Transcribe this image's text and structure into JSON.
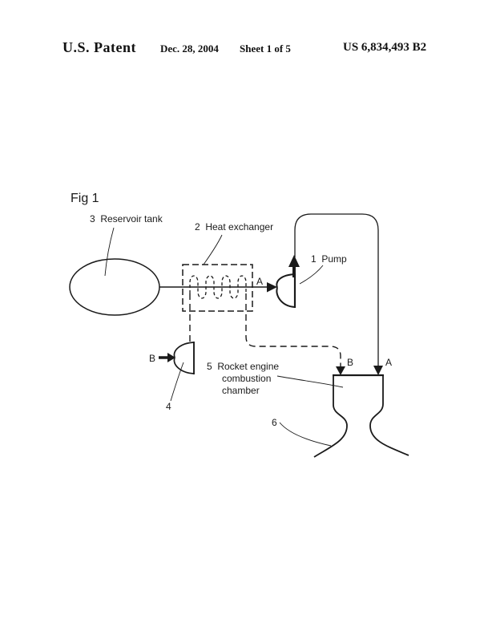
{
  "header": {
    "title": "U.S. Patent",
    "date": "Dec. 28, 2004",
    "sheet": "Sheet 1 of 5",
    "patent_number": "US 6,834,493 B2"
  },
  "figure": {
    "caption": "Fig 1",
    "labels": {
      "reservoir_tank": "3  Reservoir tank",
      "heat_exchanger": "2  Heat exchanger",
      "pump": "1  Pump",
      "engine_line1": "5  Rocket engine",
      "engine_line2": "combustion",
      "engine_line3": "chamber",
      "valve_number": "4",
      "nozzle_number": "6"
    },
    "ports": {
      "a": "A",
      "b": "B"
    }
  },
  "colors": {
    "ink": "#1a1a1a",
    "paper": "#ffffff"
  }
}
